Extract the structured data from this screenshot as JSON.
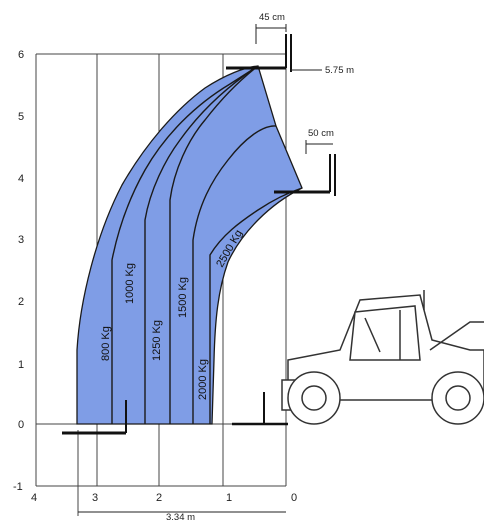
{
  "chart_data": {
    "type": "load-chart",
    "x_ticks": [
      "4",
      "3",
      "2",
      "1",
      "0"
    ],
    "y_ticks": [
      "-1",
      "0",
      "1",
      "2",
      "3",
      "4",
      "5",
      "6"
    ],
    "annotations": {
      "fork_top": "45 cm",
      "fork_mid": "50 cm",
      "max_height": "5.75 m",
      "max_reach": "3.34 m"
    },
    "load_zones": [
      {
        "label": "800 Kg"
      },
      {
        "label": "1000 Kg"
      },
      {
        "label": "1250 Kg"
      },
      {
        "label": "1500 Kg"
      },
      {
        "label": "2000 Kg"
      },
      {
        "label": "2500 Kg"
      }
    ],
    "colors": {
      "envelope_fill": "#7f9de6",
      "line": "#1a1a1a",
      "grid": "#444444",
      "vehicle": "#333333"
    }
  }
}
